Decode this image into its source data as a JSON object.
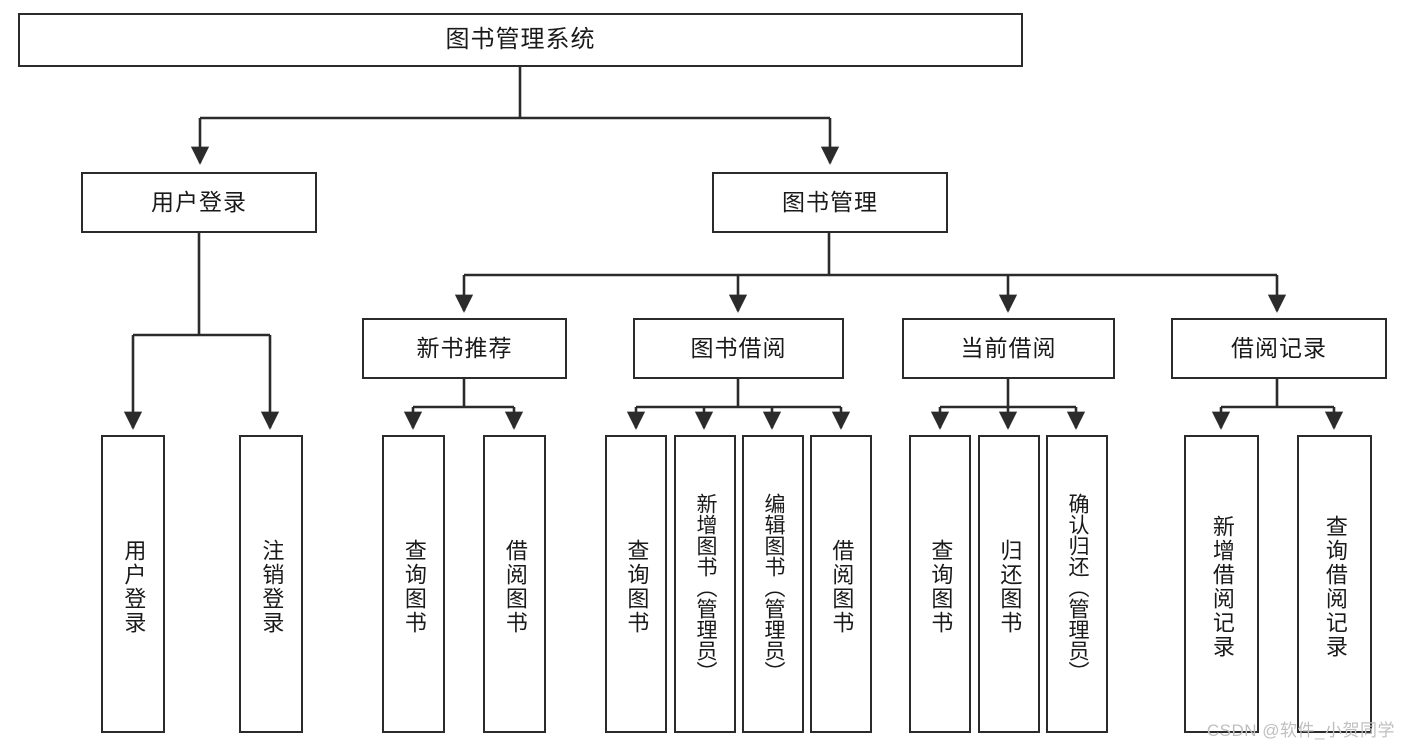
{
  "diagram": {
    "title": "图书管理系统",
    "type": "hierarchy-tree",
    "line_color": "#2b2b2b",
    "box_fill": "#ffffff",
    "text_color": "#1a1a1a",
    "levels": 4,
    "root": {
      "label": "图书管理系统"
    },
    "level2": [
      {
        "label": "用户登录"
      },
      {
        "label": "图书管理"
      }
    ],
    "level3": [
      {
        "label": "新书推荐"
      },
      {
        "label": "图书借阅"
      },
      {
        "label": "当前借阅"
      },
      {
        "label": "借阅记录"
      }
    ],
    "leaves": {
      "user_login": [
        {
          "label": "用户登录"
        },
        {
          "label": "注销登录"
        }
      ],
      "new_book_recommend": [
        {
          "label": "查询图书"
        },
        {
          "label": "借阅图书"
        }
      ],
      "book_borrow": [
        {
          "label": "查询图书"
        },
        {
          "label": "新增图书（管理员）"
        },
        {
          "label": "编辑图书（管理员）"
        },
        {
          "label": "借阅图书"
        }
      ],
      "current_borrow": [
        {
          "label": "查询图书"
        },
        {
          "label": "归还图书"
        },
        {
          "label": "确认归还（管理员）"
        }
      ],
      "borrow_record": [
        {
          "label": "新增借阅记录"
        },
        {
          "label": "查询借阅记录"
        }
      ]
    }
  },
  "watermark": {
    "text": "CSDN @软件_小贺同学"
  }
}
